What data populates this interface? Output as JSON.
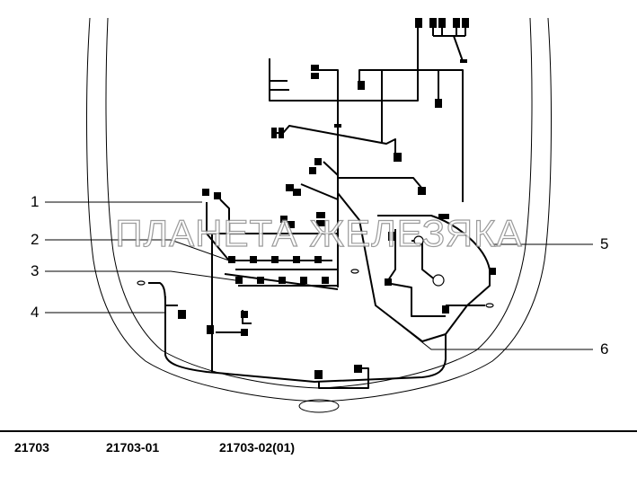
{
  "callouts": [
    "1",
    "2",
    "3",
    "4",
    "5",
    "6"
  ],
  "watermark": "ПЛАНЕТА ЖЕЛЕЗЯКА",
  "variants": [
    "21703",
    "21703-01",
    "21703-02(01)"
  ]
}
